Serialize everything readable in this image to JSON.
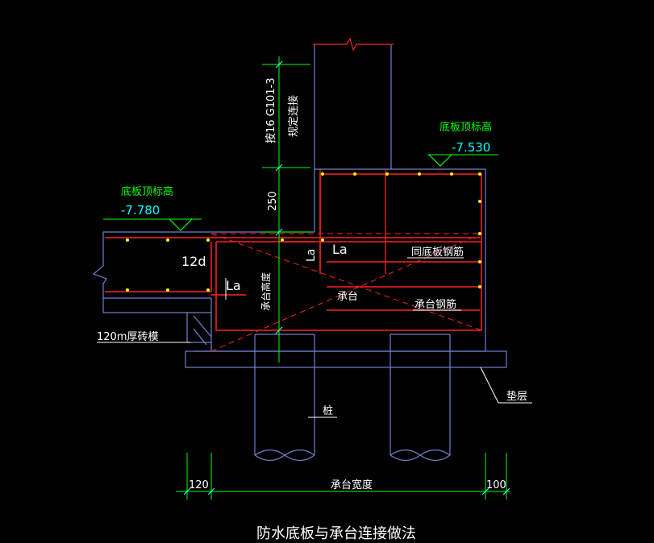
{
  "caption": "防水底板与承台连接做法",
  "left_level": {
    "label": "底板顶标高",
    "value": "-7.780"
  },
  "right_level": {
    "label": "底板顶标高",
    "value": "-7.530"
  },
  "column_note": "按16 G101-3",
  "column_note2": "规定连接",
  "dim_250": "250",
  "anchor_12d": "12d",
  "la_left": "La",
  "la_center_label": "La",
  "la_center_value": "La",
  "cap_height": "承台高度",
  "cap_label": "承台",
  "same_slab_rebar": "同底板钢筋",
  "cap_rebar": "承台钢筋",
  "brick_mold": "120m厚砖模",
  "pile": "桩",
  "cushion": "垫层",
  "dim_left": "120",
  "dim_mid": "承台宽度",
  "dim_right": "100",
  "colors": {
    "outline": "#ffffff",
    "concrete": "#6f7fd0",
    "rebar": "#ff2020",
    "rebar_dot": "#ffff00",
    "level_label": "#00ff00",
    "level_value": "#00ffff",
    "dimension": "#00ff00"
  }
}
